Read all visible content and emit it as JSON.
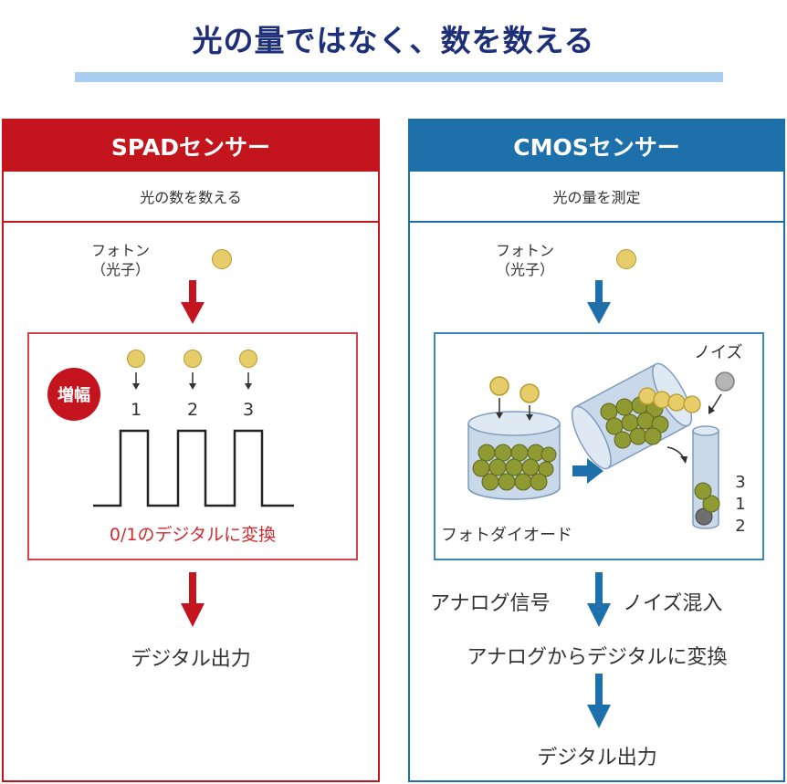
{
  "title": "光の量ではなく、数を数える",
  "spad": {
    "header": "SPADセンサー",
    "subheader": "光の数を数える",
    "photon_label_line1": "フォトン",
    "photon_label_line2": "（光子）",
    "badge": "増幅",
    "counts": [
      "1",
      "2",
      "3"
    ],
    "caption": "0/1のデジタルに変換",
    "output": "デジタル出力"
  },
  "cmos": {
    "header": "CMOSセンサー",
    "subheader": "光の量を測定",
    "photon_label_line1": "フォトン",
    "photon_label_line2": "（光子）",
    "noise_label": "ノイズ",
    "photodiode_label": "フォトダイオード",
    "side_numbers": [
      "3",
      "1",
      "2"
    ],
    "analog_label": "アナログ信号",
    "noise_mix_label": "ノイズ混入",
    "convert_label": "アナログからデジタルに変換",
    "output": "デジタル出力"
  },
  "colors": {
    "spad_red": "#c4141d",
    "cmos_blue": "#1d70a9",
    "title_navy": "#1e2f7a",
    "title_bar": "#a9cdf0",
    "photon_yellow": "#e6cd6a",
    "ball_olive": "#8f9a32"
  }
}
